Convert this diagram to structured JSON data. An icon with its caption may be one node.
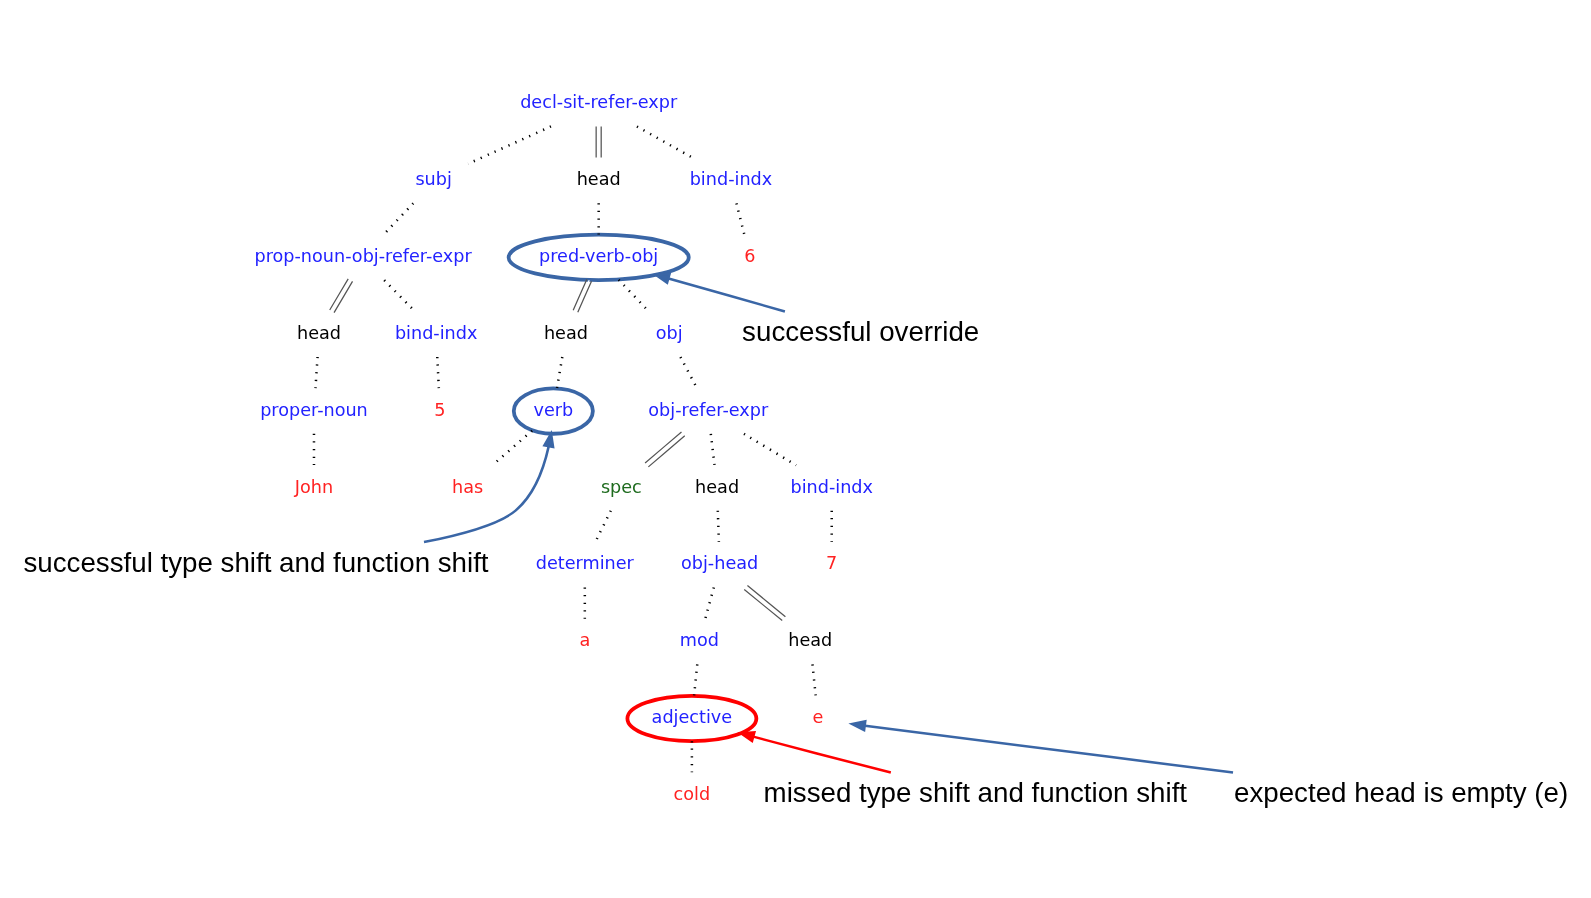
{
  "diagram": {
    "nodes": [
      {
        "text": [
          "decl-sit-refer-expr"
        ]
      },
      {
        "text": [
          "subj"
        ]
      },
      {
        "text": [
          "head"
        ]
      },
      {
        "text": [
          "bind-indx"
        ]
      },
      {
        "text": [
          "prop-noun-obj-refer-expr"
        ]
      },
      {
        "text": [
          "pred-verb-obj"
        ]
      },
      {
        "text": [
          "6"
        ]
      },
      {
        "text": [
          "head"
        ]
      },
      {
        "text": [
          "bind-indx"
        ]
      },
      {
        "text": [
          "head"
        ]
      },
      {
        "text": [
          "obj"
        ]
      },
      {
        "text": [
          "proper-noun"
        ]
      },
      {
        "text": [
          "5"
        ]
      },
      {
        "text": [
          "verb"
        ]
      },
      {
        "text": [
          "obj-refer-expr"
        ]
      },
      {
        "text": [
          "John"
        ]
      },
      {
        "text": [
          "has"
        ]
      },
      {
        "text": [
          "spec"
        ]
      },
      {
        "text": [
          "head"
        ]
      },
      {
        "text": [
          "bind-indx"
        ]
      },
      {
        "text": [
          "determiner"
        ]
      },
      {
        "text": [
          "obj-head"
        ]
      },
      {
        "text": [
          "7"
        ]
      },
      {
        "text": [
          "a"
        ]
      },
      {
        "text": [
          "mod"
        ]
      },
      {
        "text": [
          "head"
        ]
      },
      {
        "text": [
          "adjective"
        ]
      },
      {
        "text": [
          "e"
        ]
      },
      {
        "text": [
          "cold"
        ]
      },
      {
        "text": [
          "successful override"
        ]
      },
      {
        "text": [
          "successful type shift and function shift"
        ]
      },
      {
        "text": [
          "missed type shift and function shift"
        ]
      },
      {
        "text": [
          "expected head is empty (e)"
        ]
      }
    ],
    "edges": [
      {
        "from": 0,
        "to": 1,
        "arrow": "none",
        "style": "dashed"
      },
      {
        "from": 0,
        "to": 2,
        "arrow": "none"
      },
      {
        "from": 0,
        "to": 3,
        "arrow": "none",
        "style": "dashed"
      },
      {
        "from": 1,
        "to": 4,
        "arrow": "none",
        "style": "dashed"
      },
      {
        "from": 2,
        "to": 5,
        "arrow": "none",
        "style": "dashed"
      },
      {
        "from": 3,
        "to": 6,
        "arrow": "none",
        "style": "dashed"
      },
      {
        "from": 4,
        "to": 7,
        "arrow": "none"
      },
      {
        "from": 4,
        "to": 8,
        "arrow": "none",
        "style": "dashed"
      },
      {
        "from": 5,
        "to": 9,
        "arrow": "none"
      },
      {
        "from": 5,
        "to": 10,
        "arrow": "none",
        "style": "dashed"
      },
      {
        "from": 7,
        "to": 11,
        "arrow": "none",
        "style": "dashed"
      },
      {
        "from": 8,
        "to": 12,
        "arrow": "none",
        "style": "dashed"
      },
      {
        "from": 9,
        "to": 13,
        "arrow": "none",
        "style": "dashed"
      },
      {
        "from": 10,
        "to": 14,
        "arrow": "none",
        "style": "dashed"
      },
      {
        "from": 11,
        "to": 15,
        "arrow": "none",
        "style": "dashed"
      },
      {
        "from": 13,
        "to": 16,
        "arrow": "none",
        "style": "dashed"
      },
      {
        "from": 14,
        "to": 17,
        "arrow": "none"
      },
      {
        "from": 14,
        "to": 18,
        "arrow": "none",
        "style": "dashed"
      },
      {
        "from": 14,
        "to": 19,
        "arrow": "none",
        "style": "dashed"
      },
      {
        "from": 17,
        "to": 20,
        "arrow": "none",
        "style": "dashed"
      },
      {
        "from": 18,
        "to": 21,
        "arrow": "none",
        "style": "dashed"
      },
      {
        "from": 19,
        "to": 22,
        "arrow": "none",
        "style": "dashed"
      },
      {
        "from": 20,
        "to": 23,
        "arrow": "none",
        "style": "dashed"
      },
      {
        "from": 21,
        "to": 24,
        "arrow": "none",
        "style": "dashed"
      },
      {
        "from": 21,
        "to": 25,
        "arrow": "none"
      },
      {
        "from": 24,
        "to": 26,
        "arrow": "none",
        "style": "dashed"
      },
      {
        "from": 25,
        "to": 27,
        "arrow": "none",
        "style": "dashed"
      },
      {
        "from": 26,
        "to": 28,
        "arrow": "none",
        "style": "dashed"
      },
      {
        "from": 29,
        "to": 5,
        "arrow": "to",
        "color": "#3a66a6"
      },
      {
        "from": 30,
        "to": 13,
        "arrow": "to",
        "color": "#3a66a6"
      },
      {
        "from": 31,
        "to": 26,
        "arrow": "to",
        "color": "#ff0000"
      },
      {
        "from": 32,
        "to": 27,
        "arrow": "to",
        "color": "#3a66a6"
      }
    ]
  }
}
